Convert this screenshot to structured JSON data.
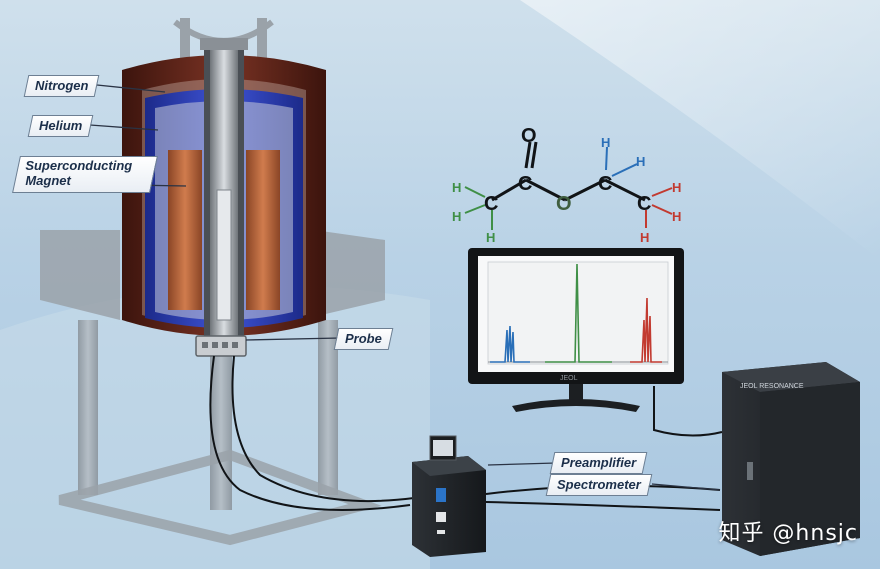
{
  "labels": {
    "nitrogen": "Nitrogen",
    "helium": "Helium",
    "magnet_line1": "Superconducting",
    "magnet_line2": "Magnet",
    "probe": "Probe",
    "preamplifier": "Preamplifier",
    "spectrometer": "Spectrometer"
  },
  "molecule": {
    "atoms": {
      "carbon": "C",
      "oxygen": "O",
      "hydrogen": "H"
    }
  },
  "monitor": {
    "brand": "JEOL"
  },
  "cabinet": {
    "brand": "JEOL RESONANCE"
  },
  "watermark": "知乎 @hnsjc",
  "colors": {
    "green_peaks": "#3f8f46",
    "blue_peaks": "#2a6fb8",
    "red_peaks": "#c23a30",
    "label_text": "#1c2f4a",
    "helium_vessel": "#2d3fb0",
    "magnet_coil": "#b8643a",
    "dewar_shell": "#5a2418"
  }
}
